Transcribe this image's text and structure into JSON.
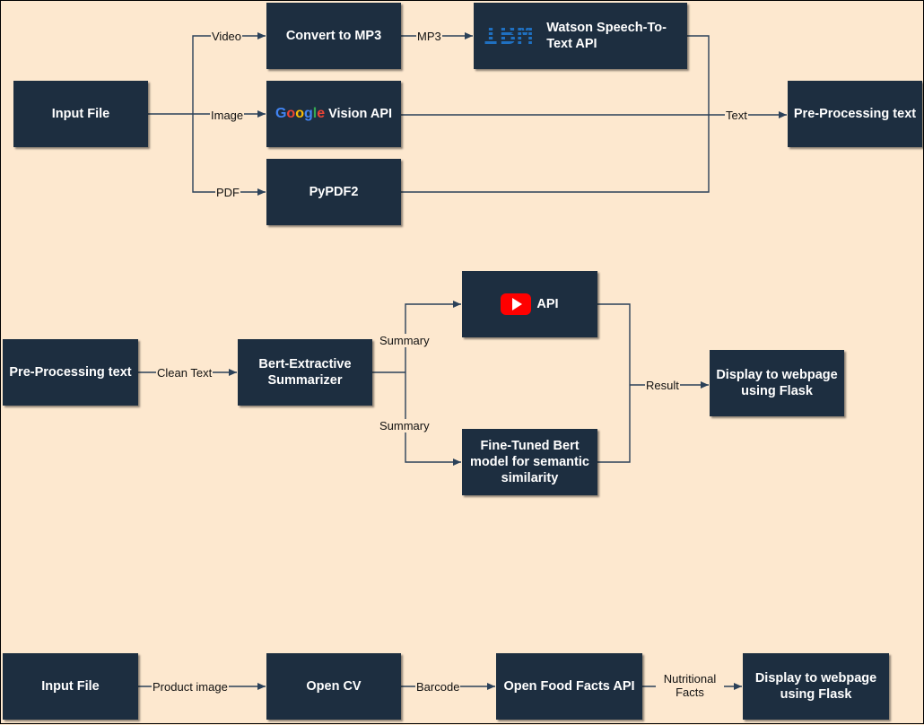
{
  "colors": {
    "background": "#fde8cf",
    "node": "#1d2e40",
    "edge": "#2b4159"
  },
  "flow1": {
    "input": "Input File",
    "convert": "Convert to MP3",
    "watson": "Watson Speech-To-Text API",
    "ibm_logo": "IBM",
    "google_logo": "Google",
    "vision": "Vision API",
    "pypdf": "PyPDF2",
    "preprocess": "Pre-Processing text",
    "labels": {
      "video": "Video",
      "image": "Image",
      "pdf": "PDF",
      "mp3": "MP3",
      "text": "Text"
    }
  },
  "flow2": {
    "preprocess": "Pre-Processing text",
    "bert": "Bert-Extractive Summarizer",
    "api": "API",
    "youtube_icon": "youtube-icon",
    "finetuned": "Fine-Tuned Bert model for semantic similarity",
    "display": "Display to webpage using Flask",
    "labels": {
      "clean": "Clean Text",
      "summary1": "Summary",
      "summary2": "Summary",
      "result": "Result"
    }
  },
  "flow3": {
    "input": "Input File",
    "opencv": "Open CV",
    "openfood": "Open Food Facts API",
    "display": "Display to webpage using Flask",
    "labels": {
      "product": "Product image",
      "barcode": "Barcode",
      "nutritional": "Nutritional Facts"
    }
  }
}
